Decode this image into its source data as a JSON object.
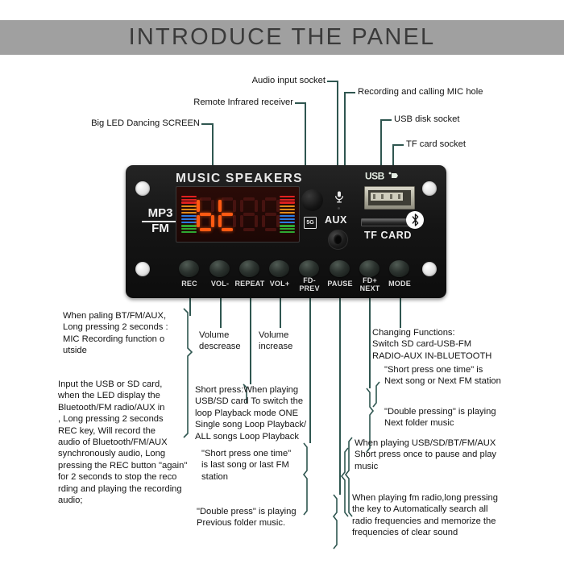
{
  "banner": {
    "title": "INTRODUCE THE PANEL"
  },
  "device": {
    "brand_top": "MUSIC SPEAKERS",
    "mp3_label": "MP3",
    "fm_label": "FM",
    "aux_label": "AUX",
    "tf_label": "TF CARD",
    "ir_mark_label": "5G",
    "usb_logo_name": "usb-logo",
    "bluetooth_logo_name": "bluetooth-icon",
    "display": {
      "value": "bt",
      "digit_count": 4,
      "lit_digits": [
        "b",
        "t"
      ],
      "unlit_digits": [
        "8",
        "8"
      ],
      "segment_color": "#ff5a12",
      "segment_off_color": "#461310",
      "background": "#2a0b07",
      "bar_colors": [
        "#e02020",
        "#e08a18",
        "#2a7ae0",
        "#2fa832"
      ]
    },
    "buttons": [
      {
        "label": "REC",
        "lines": [
          "REC"
        ]
      },
      {
        "label": "VOL-",
        "lines": [
          "VOL-"
        ]
      },
      {
        "label": "REPEAT",
        "lines": [
          "REPEAT"
        ]
      },
      {
        "label": "VOL+",
        "lines": [
          "VOL+"
        ]
      },
      {
        "label": "FD-PREV",
        "lines": [
          "FD-",
          "PREV"
        ]
      },
      {
        "label": "PAUSE",
        "lines": [
          "PAUSE"
        ]
      },
      {
        "label": "FD+NEXT",
        "lines": [
          "FD+",
          "NEXT"
        ]
      },
      {
        "label": "MODE",
        "lines": [
          "MODE"
        ]
      }
    ]
  },
  "callouts": {
    "audio_input_socket": "Audio input socket",
    "recording_mic_hole": "Recording and calling MIC hole",
    "remote_ir_receiver": "Remote Infrared receiver",
    "usb_disk_socket": "USB disk socket",
    "tf_card_socket": "TF card socket",
    "big_led_screen": "Big LED Dancing SCREEN"
  },
  "descriptions": {
    "rec_long_press": "When paling BT/FM/AUX,\nLong pressing 2 seconds :\nMIC Recording function o\nutside",
    "rec_detail": "Input the USB or SD card,\nwhen the LED display the\nBluetooth/FM radio/AUX in\n,  Long pressing 2 seconds\n REC key,  Will record the\naudio of Bluetooth/FM/AUX\nsynchronously audio,  Long\npressing the REC button \"again\"\nfor 2 seconds to stop the reco\nrding and playing the recording\n audio;",
    "volume_decrease": "Volume\ndescrease",
    "volume_increase": "Volume\nincrease",
    "repeat_short_press": "Short press:When playing\nUSB/SD card To switch the\nloop Playback mode ONE\nSingle song Loop Playback/\nALL songs Loop Playback",
    "prev_short_press": "\"Short press one time\"\n is last song or last FM\nstation",
    "prev_double_press": "\"Double press\" is playing\nPrevious folder music.",
    "mode_changing_functions": "Changing Functions:\nSwitch SD card-USB-FM\nRADIO-AUX IN-BLUETOOTH",
    "next_short_press": "\"Short press one time\" is\nNext song or Next FM station",
    "next_double_press": "\"Double pressing\" is playing\n Next folder music",
    "pause_short_press": "When playing USB/SD/BT/FM/AUX\nShort press once to pause and play\nmusic",
    "pause_long_press": "When playing fm radio,long pressing\n the key to Automatically search all\nradio frequencies and memorize the\nfrequencies of clear sound"
  },
  "colors": {
    "banner_bg": "#a0a0a0",
    "leader_line": "#2f5650",
    "text": "#131313",
    "board": "#151515"
  }
}
